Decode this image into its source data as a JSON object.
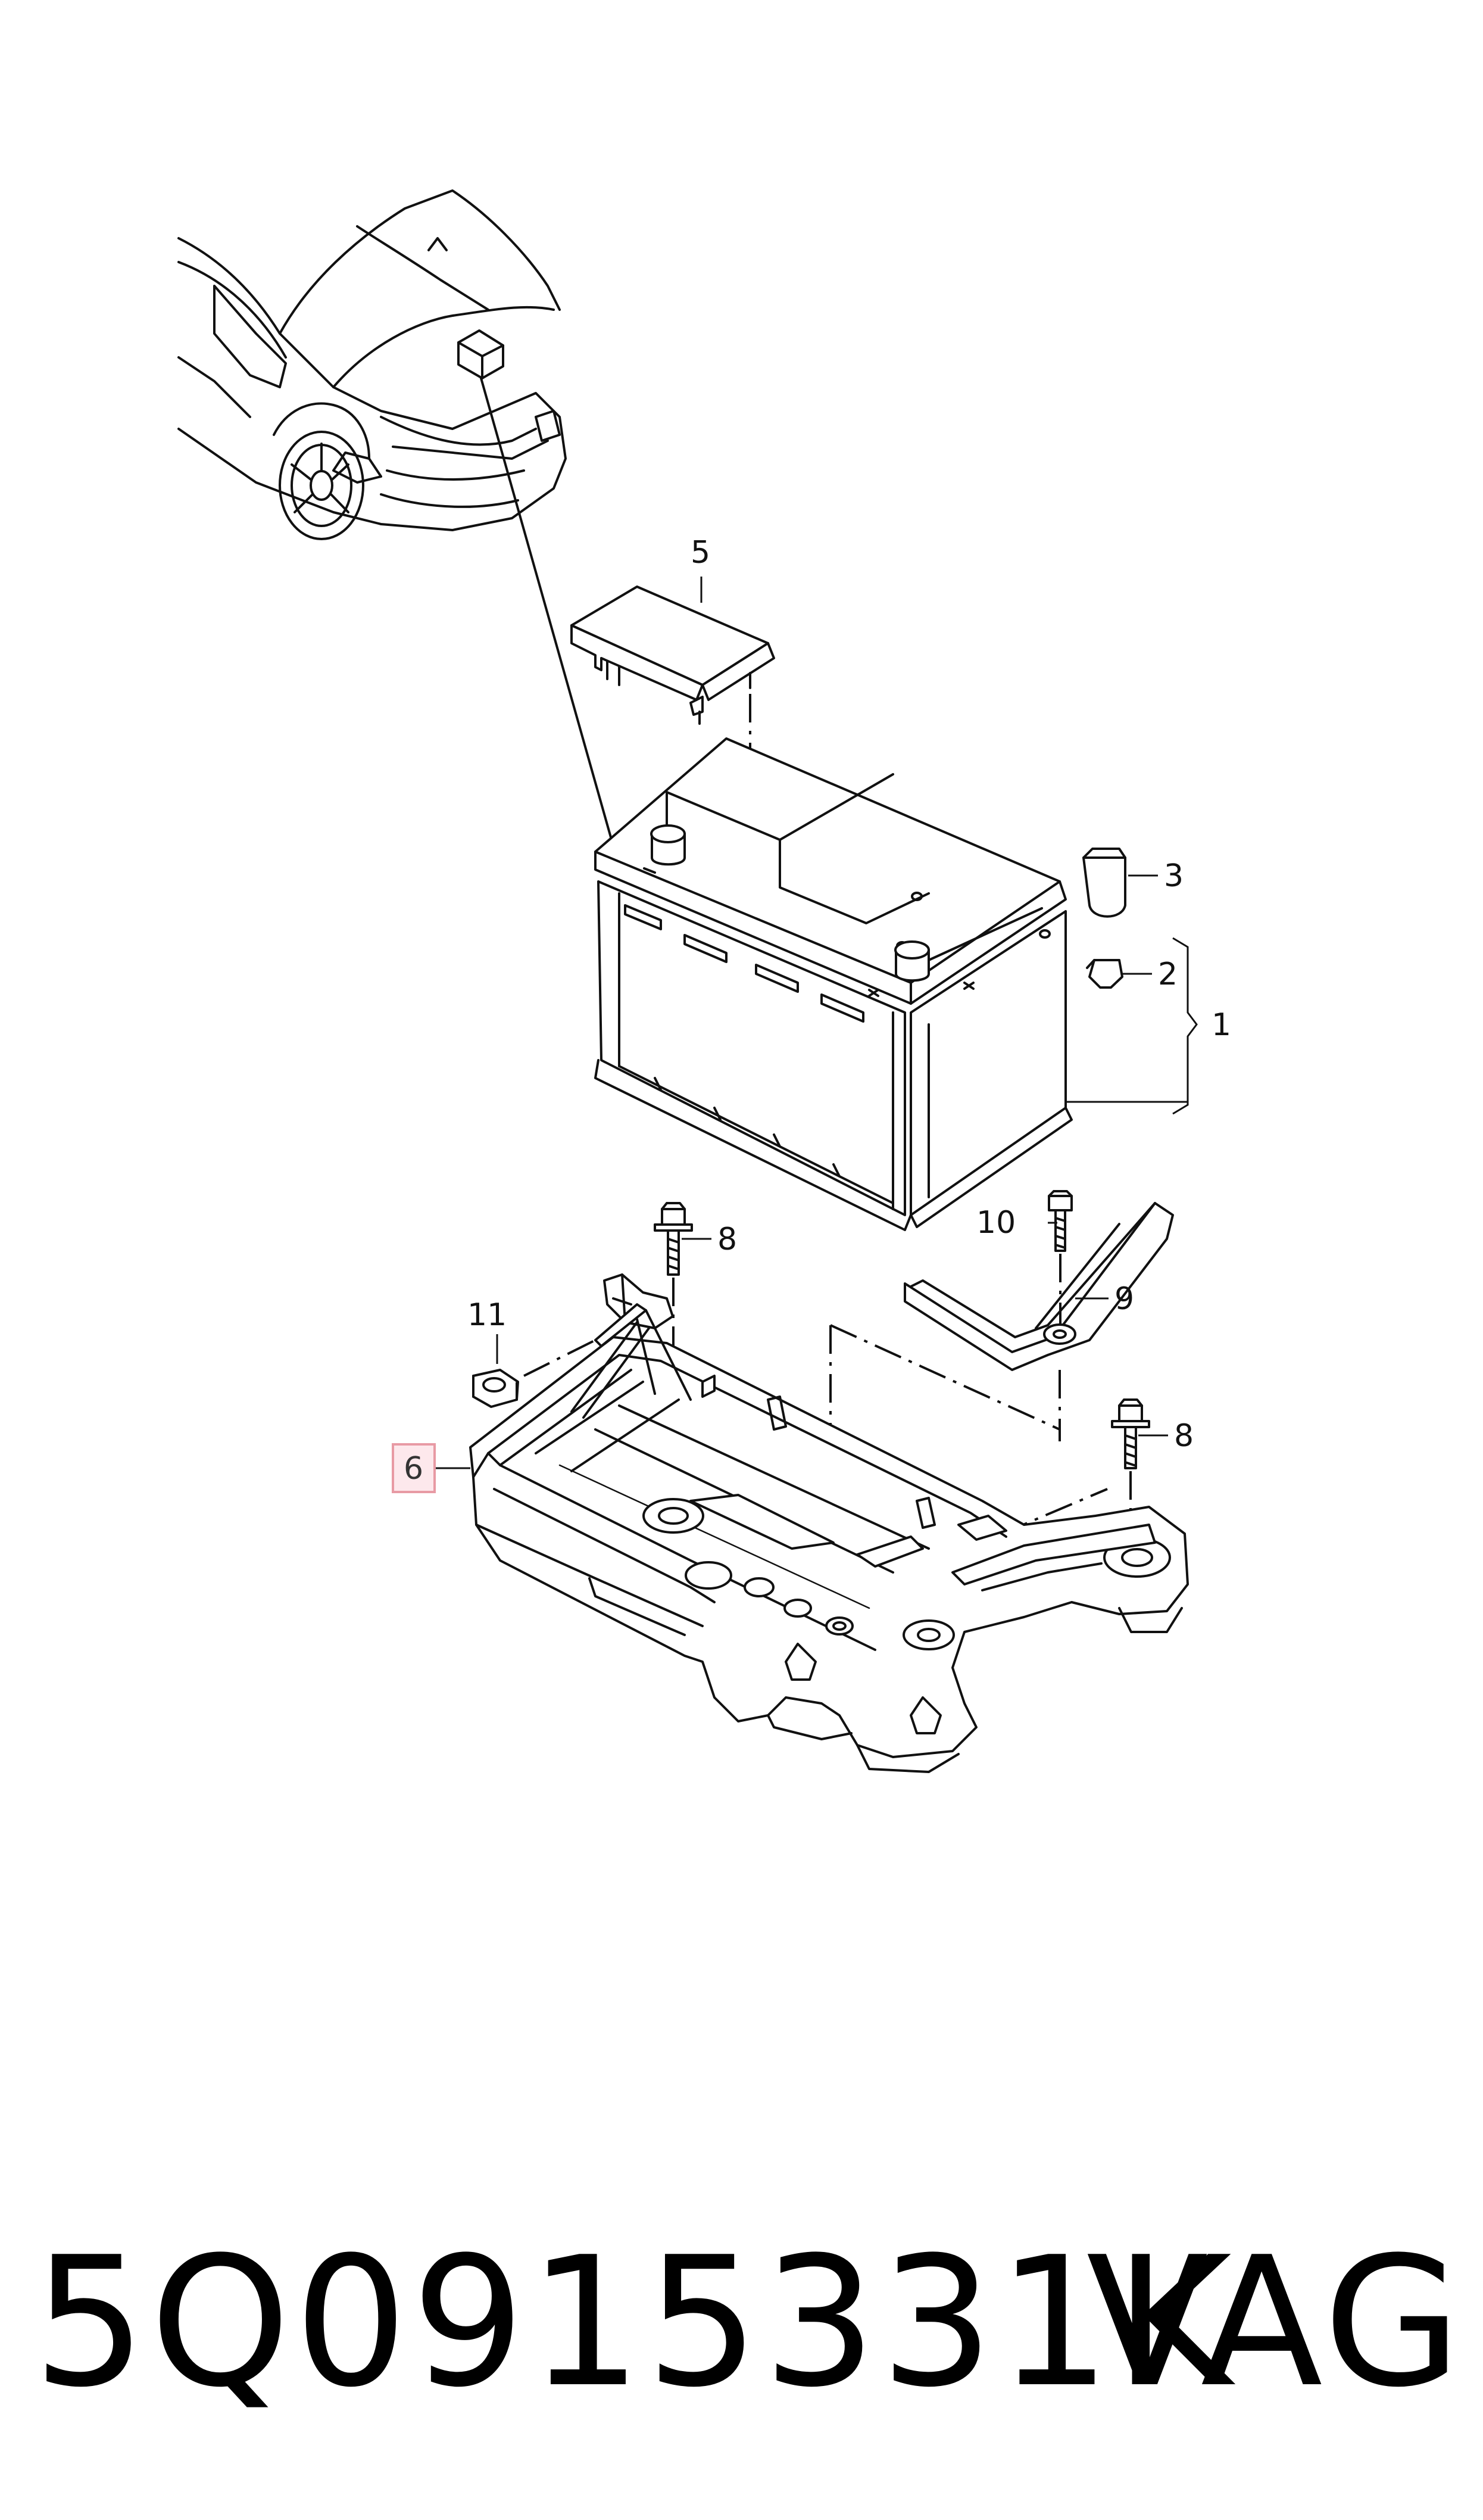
{
  "callouts": {
    "c1": "1",
    "c2": "2",
    "c3": "3",
    "c5": "5",
    "c6": "6",
    "c8a": "8",
    "c8b": "8",
    "c9": "9",
    "c10": "10",
    "c11": "11"
  },
  "highlight_color": "#e89aa4",
  "footer": {
    "part_number": "5Q0915331K",
    "brand": "VAG"
  }
}
